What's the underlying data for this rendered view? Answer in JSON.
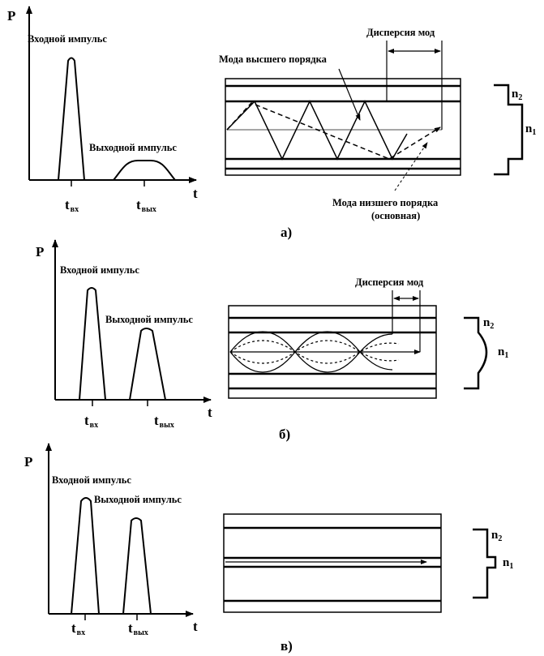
{
  "colors": {
    "ink": "#000000",
    "beam": "#888888",
    "background": "#ffffff"
  },
  "axes": {
    "y_label": "P",
    "x_label": "t"
  },
  "subscripts": {
    "in": "вх",
    "out": "вых"
  },
  "index_labels": {
    "core": "n",
    "core_sub": "1",
    "cladding": "n",
    "cladding_sub": "2"
  },
  "panels": [
    {
      "caption": "а)",
      "input_pulse": "Входной импульс",
      "output_pulse": "Выходной импульс",
      "t_in": "t",
      "t_out": "t",
      "dispersion": "Дисперсия мод",
      "higher_mode": "Мода высшего порядка",
      "lower_mode_line1": "Мода низшего порядка",
      "lower_mode_line2": "(основная)",
      "profile": "step"
    },
    {
      "caption": "б)",
      "input_pulse": "Входной импульс",
      "output_pulse": "Выходной импульс",
      "t_in": "t",
      "t_out": "t",
      "dispersion": "Дисперсия мод",
      "profile": "graded"
    },
    {
      "caption": "в)",
      "input_pulse": "Входной импульс",
      "output_pulse": "Выходной импульс",
      "t_in": "t",
      "t_out": "t",
      "profile": "single-mode step"
    }
  ]
}
